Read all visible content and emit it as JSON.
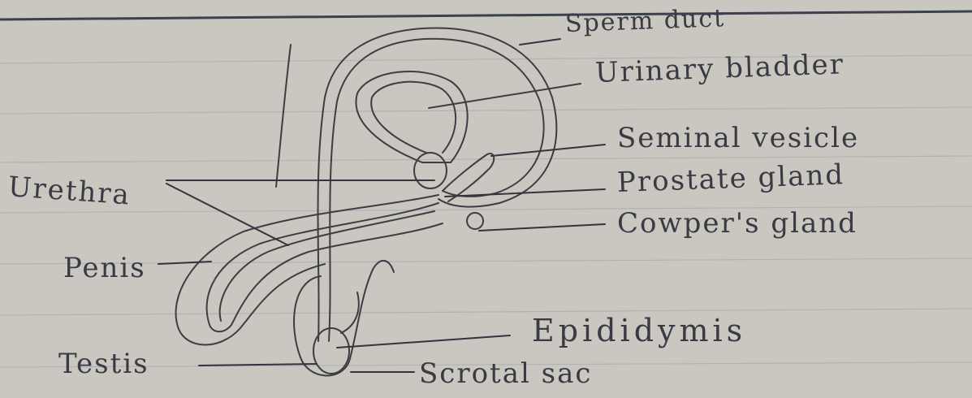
{
  "diagram": {
    "labels": {
      "sperm_duct": "Sperm duct",
      "urinary_bladder": "Urinary bladder",
      "seminal_vesicle": "Seminal vesicle",
      "prostate_gland": "Prostate gland",
      "cowpers_gland": "Cowper's gland",
      "urethra": "Urethra",
      "penis": "Penis",
      "epididymis": "Epididymis",
      "testis": "Testis",
      "scrotal_sac": "Scrotal sac"
    },
    "colors": {
      "paper": "#c9c7c0",
      "pencil": "#3d3d42",
      "pen_ink": "#34343e",
      "ruled_line": "#9aa2b0",
      "margin_line": "#3b3f4e"
    }
  }
}
